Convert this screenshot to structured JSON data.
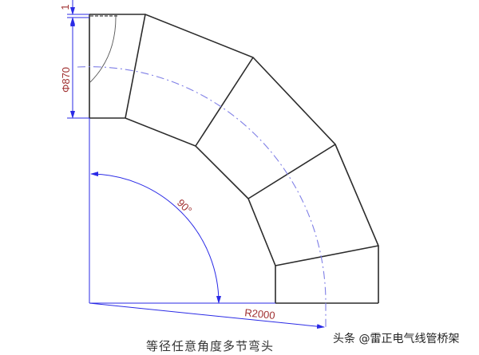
{
  "title": "等径任意角度多节弯头",
  "watermark": "头条 @雷正电气线管桥架",
  "colors": {
    "outline": "#2b2b2b",
    "dimension_line": "#2a2ae6",
    "centerline": "#7f7fe6",
    "dimension_text": "#a03030"
  },
  "dimensions": {
    "diameter": "Φ870",
    "small_offset": "1",
    "angle": "90°",
    "radius": "R2000"
  },
  "elbow": {
    "segments": 4,
    "bend_angle_deg": 90,
    "radius_mm": 2000,
    "diameter_mm": 870
  }
}
